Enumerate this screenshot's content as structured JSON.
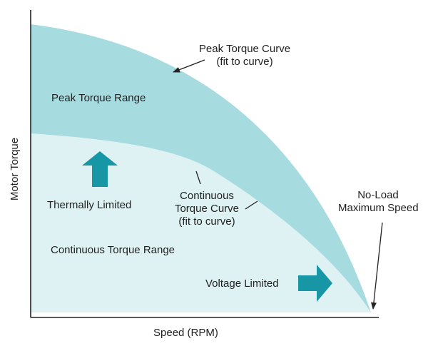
{
  "colors": {
    "peak_region": "#a6dbe0",
    "continuous_region": "#def1f3",
    "arrow_fill": "#1796a6",
    "axis": "#222222",
    "text": "#222222"
  },
  "axes": {
    "x_label": "Speed (RPM)",
    "y_label": "Motor Torque"
  },
  "regions": {
    "peak": "Peak Torque Range",
    "continuous": "Continuous Torque Range"
  },
  "annotations": {
    "peak_curve": {
      "line1": "Peak Torque Curve",
      "line2": "(fit to curve)"
    },
    "continuous_curve": {
      "line1": "Continuous",
      "line2": "Torque Curve",
      "line3": "(fit to curve)"
    },
    "thermal": "Thermally Limited",
    "voltage": "Voltage Limited",
    "no_load": {
      "line1": "No-Load",
      "line2": "Maximum Speed"
    }
  },
  "icons": {
    "up_arrow": "up-arrow-icon",
    "right_arrow": "right-arrow-icon"
  }
}
